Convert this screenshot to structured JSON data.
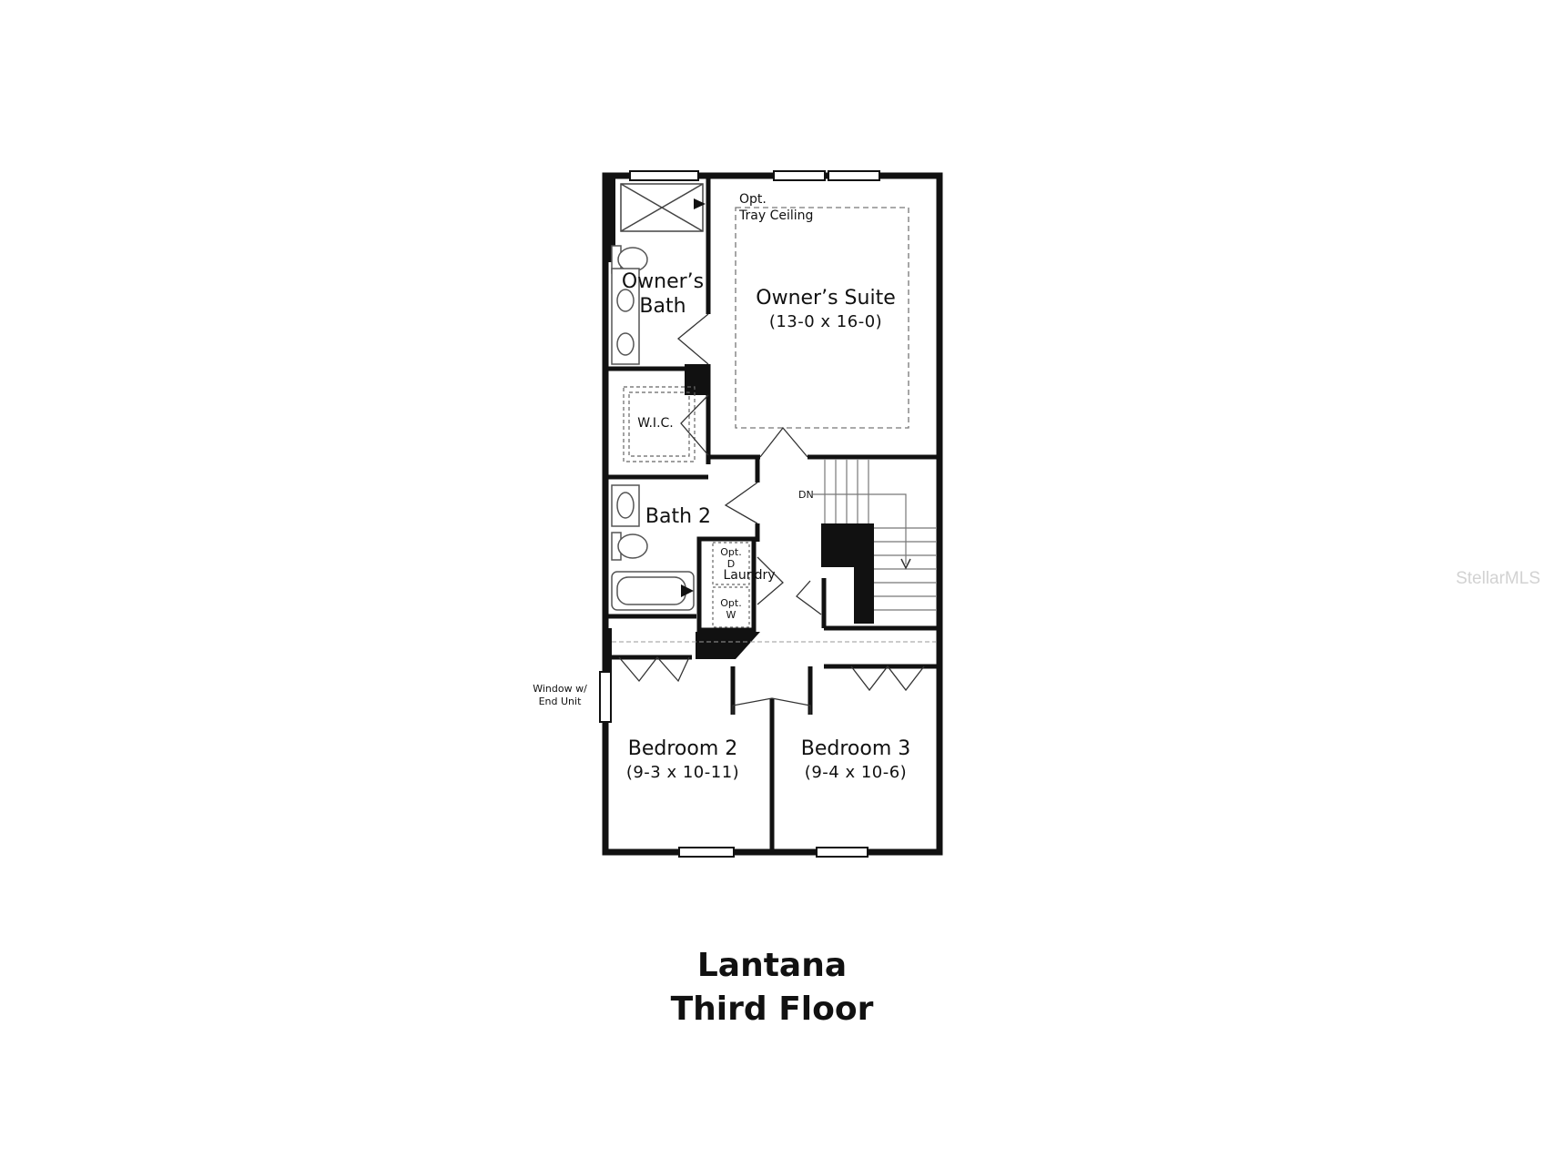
{
  "rooms": {
    "owners_suite": {
      "name": "Owner’s Suite",
      "dims": "(13-0 x 16-0)"
    },
    "owners_bath": {
      "line1": "Owner’s",
      "line2": "Bath"
    },
    "wic": "W.I.C.",
    "bath2": "Bath 2",
    "bedroom2": {
      "name": "Bedroom 2",
      "dims": "(9-3 x 10-11)"
    },
    "bedroom3": {
      "name": "Bedroom 3",
      "dims": "(9-4 x 10-6)"
    }
  },
  "notes": {
    "tray_ceiling": {
      "line1": "Opt.",
      "line2": "Tray Ceiling"
    },
    "stairs_down": "DN",
    "laundry_dryer": {
      "line1": "Opt.",
      "line2": "D"
    },
    "laundry": "Laundry",
    "laundry_washer": {
      "line1": "Opt.",
      "line2": "W"
    },
    "end_unit_window": {
      "line1": "Window w/",
      "line2": "End Unit"
    }
  },
  "caption": {
    "model": "Lantana",
    "floor": "Third Floor"
  },
  "watermark": "StellarMLS",
  "colors": {
    "wall": "#111111",
    "background": "#ffffff",
    "watermark": "#d2d2d2"
  }
}
